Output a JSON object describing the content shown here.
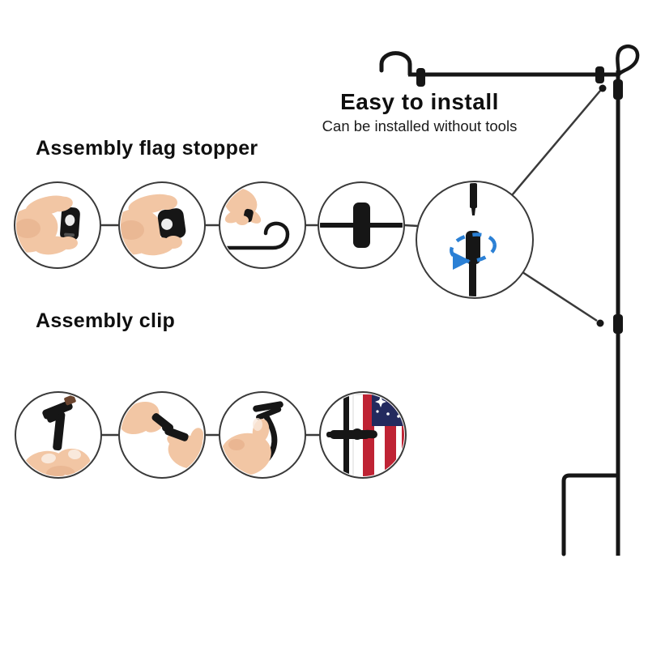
{
  "install": {
    "title": "Easy to install",
    "subtitle": "Can be installed without tools"
  },
  "sections": {
    "flag_stopper": {
      "title": "Assembly flag stopper",
      "steps": [
        {
          "icon": "hand-pinching-flag-stopper-icon"
        },
        {
          "icon": "hand-showing-stopper-hole-icon"
        },
        {
          "icon": "hand-sliding-stopper-onto-hook-icon"
        },
        {
          "icon": "stopper-installed-on-arm-icon"
        }
      ]
    },
    "clip": {
      "title": "Assembly clip",
      "steps": [
        {
          "icon": "fingers-holding-clip-icon"
        },
        {
          "icon": "two-hands-joining-clip-icon"
        },
        {
          "icon": "hand-gripping-assembled-clip-icon"
        },
        {
          "icon": "clip-attached-to-pole-with-flag-icon"
        }
      ]
    }
  },
  "callout": {
    "detail_icon": "pole-connector-rotation-detail-icon"
  },
  "colors": {
    "ink": "#161616",
    "line": "#3a3a3a",
    "accent_blue": "#2b80d5",
    "flag_red": "#bf2334",
    "flag_blue": "#232a5e",
    "skin": "#f2c6a4",
    "skin_shadow": "#dfa27c",
    "nail": "#f9e9dc",
    "clip_tip_brown": "#6b4530",
    "background": "#ffffff"
  }
}
